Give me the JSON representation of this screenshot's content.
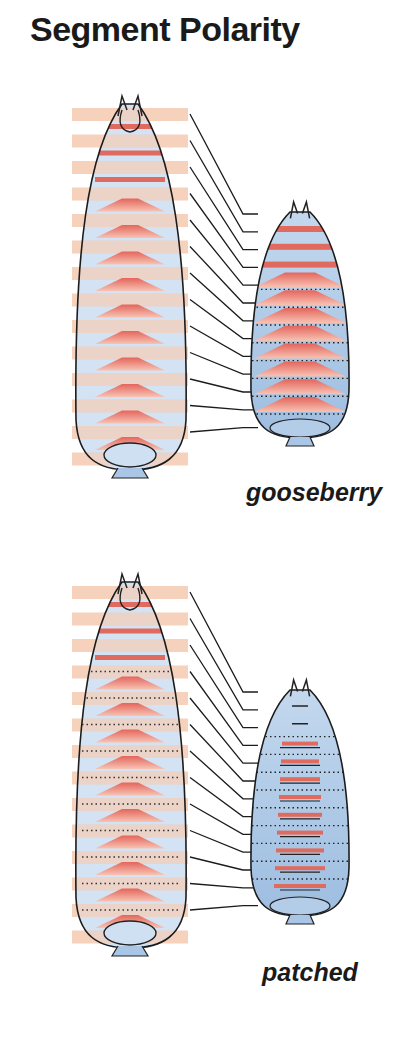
{
  "diagram": {
    "title": "Segment Polarity",
    "labels": [
      "gooseberry",
      "patched"
    ]
  }
}
